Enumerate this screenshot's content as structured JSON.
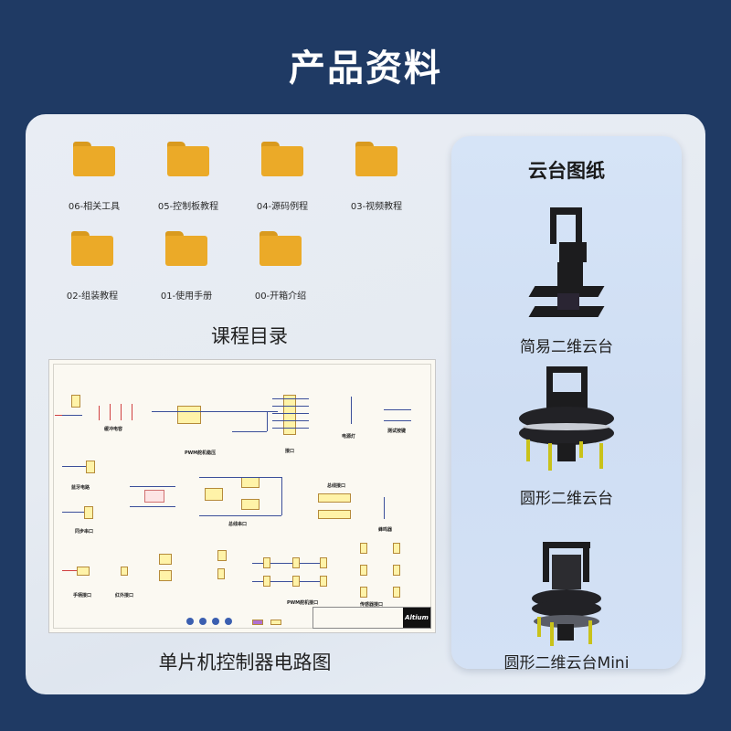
{
  "header": {
    "title": "产品资料"
  },
  "folders": [
    {
      "label": "06-相关工具"
    },
    {
      "label": "05-控制板教程"
    },
    {
      "label": "04-源码例程"
    },
    {
      "label": "03-视频教程"
    },
    {
      "label": "02-组装教程"
    },
    {
      "label": "01-使用手册"
    },
    {
      "label": "00-开箱介绍"
    }
  ],
  "course_caption": "课程目录",
  "schematic": {
    "caption": "单片机控制器电路图",
    "blocks": [
      "缓冲电容",
      "PWM舵机稳压",
      "接口",
      "电源灯",
      "测试按键",
      "蓝牙电路",
      "总线串口",
      "总线接口",
      "蜂鸣器",
      "同步串口",
      "手柄接口",
      "红外接口",
      "PWM舵机接口",
      "传感器接口"
    ],
    "logo": "Altium"
  },
  "gimbal": {
    "title": "云台图纸",
    "items": [
      {
        "name": "简易二维云台"
      },
      {
        "name": "圆形二维云台"
      },
      {
        "name": "圆形二维云台Mini"
      }
    ]
  },
  "colors": {
    "background": "#1f3a64",
    "folder": "#ebaa28",
    "card": "#d6e4f7"
  }
}
